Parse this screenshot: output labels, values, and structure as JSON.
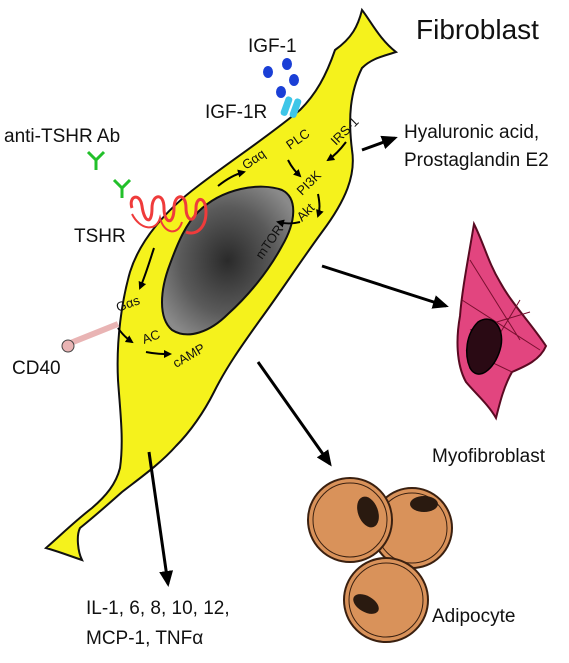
{
  "title": "Fibroblast",
  "labels": {
    "igf1": "IGF-1",
    "igf1r": "IGF-1R",
    "anti_tshr": "anti-TSHR Ab",
    "tshr": "TSHR",
    "cd40": "CD40",
    "gaq": "Gαq",
    "plc": "PLC",
    "irs1": "IRS-1",
    "pi3k": "PI3K",
    "akt": "Akt",
    "mtor": "mTOR",
    "gas": "Gαs",
    "ac": "AC",
    "camp": "cAMP"
  },
  "outputs": {
    "ha_line1": "Hyaluronic acid,",
    "ha_line2": "Prostaglandin E2",
    "myofibroblast": "Myofibroblast",
    "adipocyte": "Adipocyte",
    "cytokines_line1": "IL-1, 6, 8, 10, 12,",
    "cytokines_line2": "MCP-1, TNFα"
  },
  "colors": {
    "cell_fill": "#f5f21c",
    "nucleus": "#555555",
    "myofibroblast": "#e2457f",
    "adipocyte": "#d9925a",
    "receptor_tshr": "#ef3b3b",
    "antibody": "#22c02a",
    "igf1": "#1a3fd6",
    "igf1r": "#3ec6e8",
    "cd40": "#e9b4b4"
  }
}
